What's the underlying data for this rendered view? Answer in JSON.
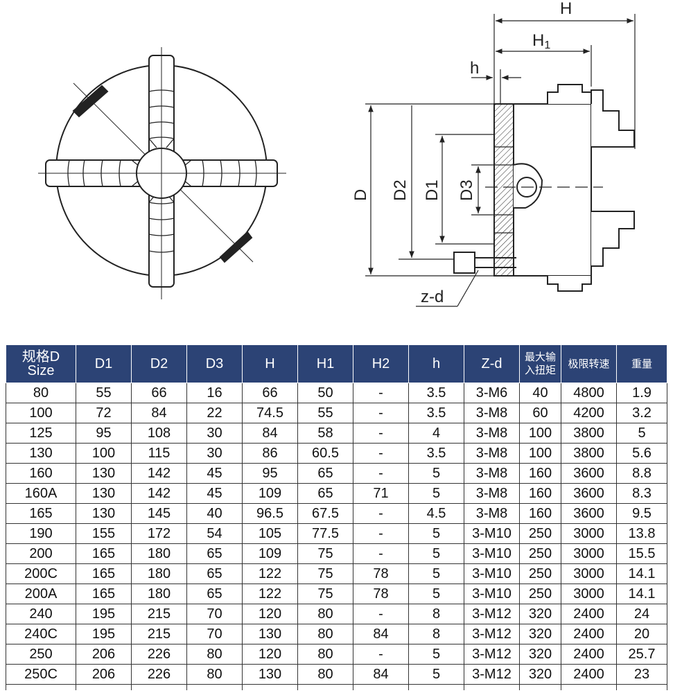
{
  "drawing": {
    "labels": {
      "H": "H",
      "H1": "H",
      "H1_sub": "1",
      "h": "h",
      "D": "D",
      "D2": "D2",
      "D1": "D1",
      "D3": "D3",
      "zd": "z-d"
    }
  },
  "table": {
    "headers": [
      [
        "规格D",
        "Size"
      ],
      [
        "D1"
      ],
      [
        "D2"
      ],
      [
        "D3"
      ],
      [
        "H"
      ],
      [
        "H1"
      ],
      [
        "H2"
      ],
      [
        "h"
      ],
      [
        "Z-d"
      ],
      [
        "最大输",
        "入扭矩"
      ],
      [
        "极限转速"
      ],
      [
        "重量"
      ]
    ],
    "rows": [
      [
        "80",
        "55",
        "66",
        "16",
        "66",
        "50",
        "-",
        "3.5",
        "3-M6",
        "40",
        "4800",
        "1.9"
      ],
      [
        "100",
        "72",
        "84",
        "22",
        "74.5",
        "55",
        "-",
        "3.5",
        "3-M8",
        "60",
        "4200",
        "3.2"
      ],
      [
        "125",
        "95",
        "108",
        "30",
        "84",
        "58",
        "-",
        "4",
        "3-M8",
        "100",
        "3800",
        "5"
      ],
      [
        "130",
        "100",
        "115",
        "30",
        "86",
        "60.5",
        "-",
        "3.5",
        "3-M8",
        "100",
        "3800",
        "5.6"
      ],
      [
        "160",
        "130",
        "142",
        "45",
        "95",
        "65",
        "-",
        "5",
        "3-M8",
        "160",
        "3600",
        "8.8"
      ],
      [
        "160A",
        "130",
        "142",
        "45",
        "109",
        "65",
        "71",
        "5",
        "3-M8",
        "160",
        "3600",
        "8.3"
      ],
      [
        "165",
        "130",
        "145",
        "40",
        "96.5",
        "67.5",
        "-",
        "4.5",
        "3-M8",
        "160",
        "3600",
        "9.5"
      ],
      [
        "190",
        "155",
        "172",
        "54",
        "105",
        "77.5",
        "-",
        "5",
        "3-M10",
        "250",
        "3000",
        "13.8"
      ],
      [
        "200",
        "165",
        "180",
        "65",
        "109",
        "75",
        "-",
        "5",
        "3-M10",
        "250",
        "3000",
        "15.5"
      ],
      [
        "200C",
        "165",
        "180",
        "65",
        "122",
        "75",
        "78",
        "5",
        "3-M10",
        "250",
        "3000",
        "14.1"
      ],
      [
        "200A",
        "165",
        "180",
        "65",
        "122",
        "75",
        "78",
        "5",
        "3-M10",
        "250",
        "3000",
        "14.1"
      ],
      [
        "240",
        "195",
        "215",
        "70",
        "120",
        "80",
        "-",
        "8",
        "3-M12",
        "320",
        "2400",
        "24"
      ],
      [
        "240C",
        "195",
        "215",
        "70",
        "130",
        "80",
        "84",
        "8",
        "3-M12",
        "320",
        "2400",
        "20"
      ],
      [
        "250",
        "206",
        "226",
        "80",
        "120",
        "80",
        "-",
        "5",
        "3-M12",
        "320",
        "2400",
        "25.7"
      ],
      [
        "250C",
        "206",
        "226",
        "80",
        "130",
        "80",
        "84",
        "5",
        "3-M12",
        "320",
        "2400",
        "23"
      ]
    ]
  },
  "colors": {
    "header_bg": "#2c4375",
    "header_text": "#ffffff",
    "line": "#222222"
  }
}
